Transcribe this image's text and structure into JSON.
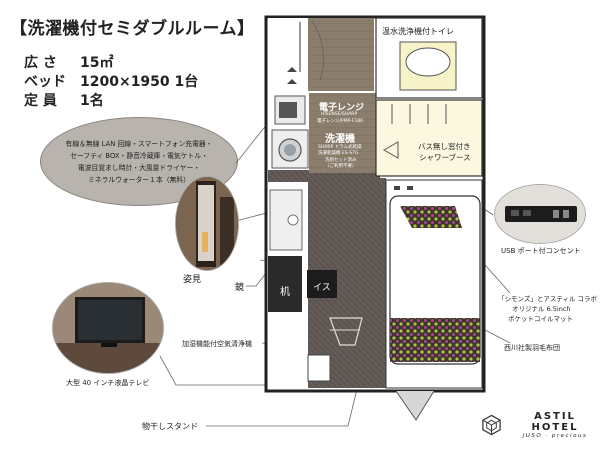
{
  "title": "【洗濯機付セミダブルルーム】",
  "specs": {
    "area_label": "広 さ",
    "area_value": "15㎡",
    "bed_label": "ベッド",
    "bed_value": "1200×1950 1台",
    "capacity_label": "定 員",
    "capacity_value": "1名"
  },
  "amenities": {
    "line1": "有線＆無線 LAN 回線・スマートフォン充電器・",
    "line2": "セーフティ BOX・静音冷蔵庫・電気ケトル・",
    "line3": "電波目覚まし時計・大風量ドライヤー・",
    "line4": "ミネラルウォーター１本（無料）"
  },
  "plan": {
    "toilet": "温水洗浄機付トイレ",
    "microwave": "電子レンジ",
    "microwave_model1": "HISENSE/SHARP",
    "microwave_model2": "電子レンジ/PMP-F186",
    "washer": "洗濯機",
    "washer_model1": "SHARP ドラム式乾燥",
    "washer_model2": "洗濯乾燥機 ES-S7G",
    "detergent1": "洗剤セット済み",
    "detergent2": "（ご利用不要）",
    "shower1": "バス無し窓付き",
    "shower2": "シャワーブース",
    "desk": "机",
    "chair": "イス"
  },
  "labels": {
    "mirror_stand": "姿見",
    "mirror": "鏡",
    "purifier": "加湿機能付空気清浄機",
    "tv": "大型 40 インチ液晶テレビ",
    "drying_rack": "物干しスタンド",
    "usb": "USB ポート付コンセント",
    "mattress1": "「シモンズ」とアスティル コラボ",
    "mattress2": "オリジナル 6.5inch",
    "mattress3": "ポケットコイルマット",
    "futon": "西川社製羽毛布団"
  },
  "logo": {
    "name": "ASTIL HOTEL",
    "sub": "JUSO · precious"
  }
}
